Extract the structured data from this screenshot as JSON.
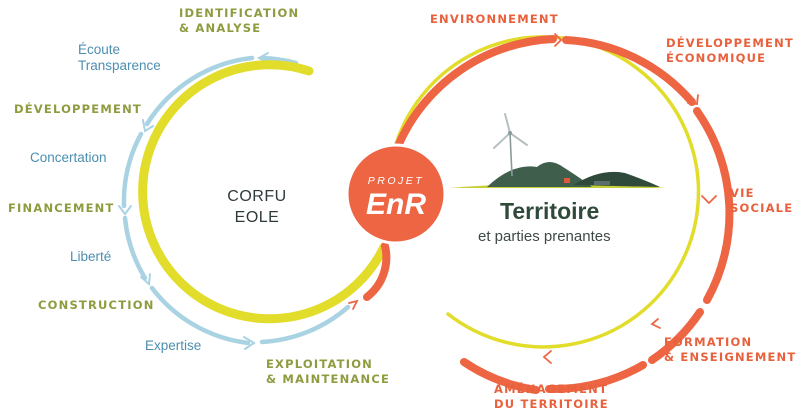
{
  "left_cycle": {
    "center": [
      "CORFU",
      "EOLE"
    ],
    "labels": {
      "identification": [
        "IDENTIFICATION",
        "& ANALYSE"
      ],
      "ecoute": [
        "Écoute",
        "Transparence"
      ],
      "developpement": "DÉVELOPPEMENT",
      "concertation": "Concertation",
      "financement": "FINANCEMENT",
      "liberte": "Liberté",
      "construction": "CONSTRUCTION",
      "expertise": "Expertise",
      "exploitation": [
        "EXPLOITATION",
        "& MAINTENANCE"
      ]
    }
  },
  "hub": {
    "top": "PROJET",
    "main": "EnR"
  },
  "right_cycle": {
    "title": "Territoire",
    "subtitle": "et parties prenantes",
    "labels": {
      "environnement": "ENVIRONNEMENT",
      "dev_eco": [
        "DÉVELOPPEMENT",
        "ÉCONOMIQUE"
      ],
      "vie_sociale": [
        "VIE",
        "SOCIALE"
      ],
      "formation": [
        "FORMATION",
        "& ENSEIGNEMENT"
      ],
      "amenagement": [
        "AMÉNAGEMENT",
        "DU TERRITOIRE"
      ]
    }
  },
  "colors": {
    "yellow": "#e2dc2b",
    "light_blue": "#a9d3e2",
    "orange": "#ed6543",
    "olive": "#8f9b3f",
    "blue_text": "#4c8fb0",
    "dark_green": "#2f4a3a"
  }
}
